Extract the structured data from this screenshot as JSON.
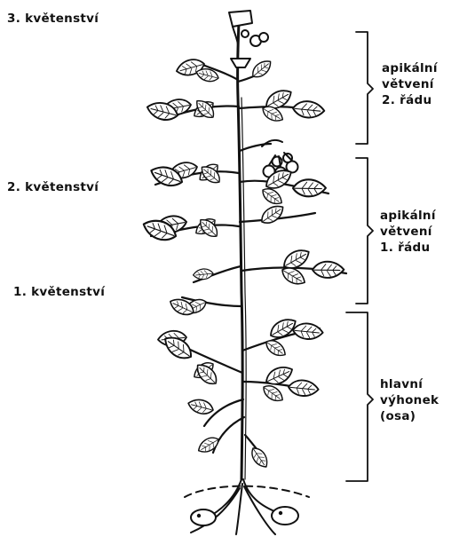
{
  "colors": {
    "ink": "#111111",
    "background": "#ffffff"
  },
  "labels": {
    "infl_3": "3. květenství",
    "infl_2": "2. květenství",
    "infl_1": "1. květenství"
  },
  "brackets": {
    "apical_2": {
      "line1": "apikální",
      "line2": "větvení",
      "line3": "2. řádu"
    },
    "apical_1": {
      "line1": "apikální",
      "line2": "větvení",
      "line3": "1. řádu"
    },
    "main": {
      "line1": "hlavní",
      "line2": "výhonek",
      "line3": "(osa)"
    }
  }
}
